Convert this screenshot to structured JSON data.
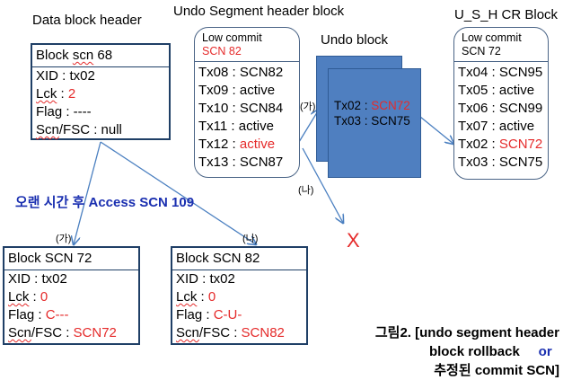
{
  "titles": {
    "data_block_header": "Data block header",
    "undo_segment_header_block": "Undo Segment header block",
    "undo_block": "Undo block",
    "ush_cr_block": "U_S_H CR Block"
  },
  "data_block": {
    "header_prefix": "Block ",
    "header_scn": "scn",
    "header_value": " 68",
    "xid": "XID : tx02",
    "lck_label": "Lck",
    "lck_sep": " : ",
    "lck_value": "2",
    "flag": "Flag : ----",
    "scn_fsc_label": "Scn",
    "scn_fsc_rest": "/FSC : null"
  },
  "undo_segment_header": {
    "low_commit_label": "Low commit",
    "low_commit_scn": "SCN 82",
    "rows": [
      {
        "tx": "Tx08 : ",
        "val": "SCN82",
        "red": false
      },
      {
        "tx": "Tx09 : ",
        "val": "active",
        "red": false
      },
      {
        "tx": "Tx10 : ",
        "val": "SCN84",
        "red": false
      },
      {
        "tx": "Tx11 : ",
        "val": "active",
        "red": false
      },
      {
        "tx": "Tx12 : ",
        "val": "active",
        "red": true
      },
      {
        "tx": "Tx13 : ",
        "val": "SCN87",
        "red": false
      }
    ]
  },
  "undo_block": {
    "rows": [
      {
        "tx": "Tx02 : ",
        "val": "SCN72",
        "red": true
      },
      {
        "tx": "Tx03 : ",
        "val": "SCN75",
        "red": false
      }
    ]
  },
  "ush_cr_block": {
    "low_commit_label": "Low commit",
    "low_commit_scn": "SCN 72",
    "rows": [
      {
        "tx": "Tx04 : ",
        "val": "SCN95",
        "red": false
      },
      {
        "tx": "Tx05 : ",
        "val": "active",
        "red": false
      },
      {
        "tx": "Tx06 : ",
        "val": "SCN99",
        "red": false
      },
      {
        "tx": "Tx07 : ",
        "val": "active",
        "red": false
      },
      {
        "tx": "Tx02 : ",
        "val": "SCN72",
        "red": true
      },
      {
        "tx": "Tx03 : ",
        "val": "SCN75",
        "red": false
      }
    ]
  },
  "access_note": "오랜 시간 후 Access SCN 109",
  "path_labels": {
    "ga": "(가)",
    "na": "(나)"
  },
  "x_mark": "X",
  "block_ga": {
    "header": "Block SCN 72",
    "xid": "XID : tx02",
    "lck_label": "Lck",
    "lck_sep": " : ",
    "lck_value": "0",
    "flag_label": "Flag : ",
    "flag_value": "C---",
    "scn_fsc_label": "Scn",
    "scn_fsc_rest": "/FSC : ",
    "scn_fsc_value": "SCN72"
  },
  "block_na": {
    "header": "Block SCN 82",
    "xid": "XID : tx02",
    "lck_label": "Lck",
    "lck_sep": " : ",
    "lck_value": "0",
    "flag_label": "Flag : ",
    "flag_value": "C-U-",
    "scn_fsc_label": "Scn",
    "scn_fsc_rest": "/FSC : ",
    "scn_fsc_value": "SCN82"
  },
  "caption": {
    "line1": "그림2. [undo segment header",
    "line2_text": "block rollback",
    "line2_or": "or",
    "line3": "추정된 commit SCN]"
  },
  "colors": {
    "accent_red": "#e52b2b",
    "box_border": "#1f3f66",
    "undo_fill": "#4f7fc0",
    "note_blue": "#1a2fb0",
    "arrow": "#4a7fc0"
  }
}
